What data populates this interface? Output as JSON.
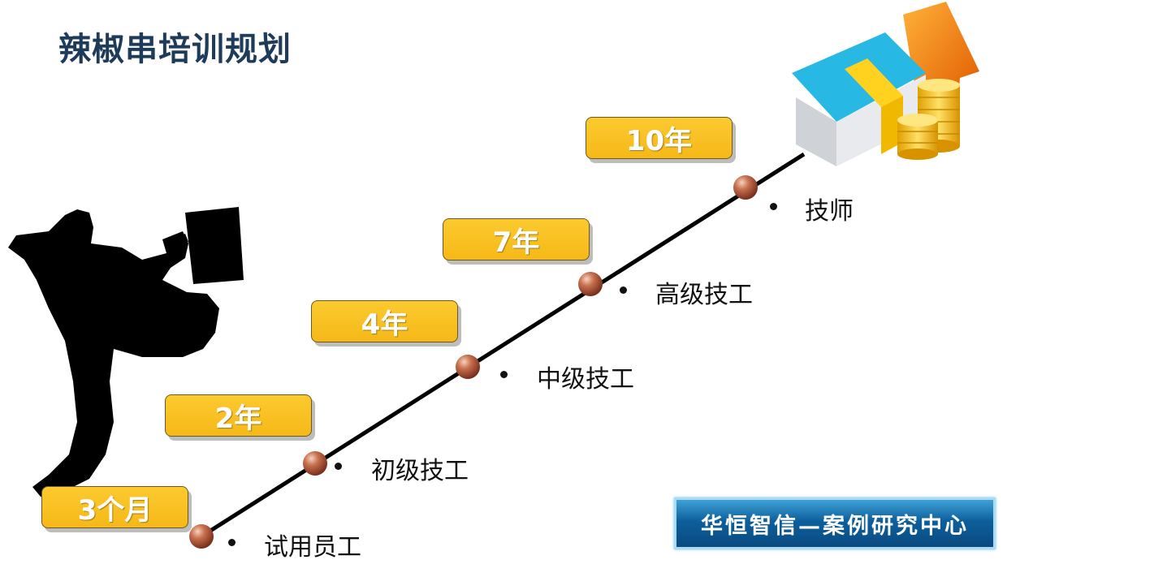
{
  "title": "辣椒串培训规划",
  "stages": [
    {
      "period": "3个月",
      "level": "试用员工"
    },
    {
      "period": "2年",
      "level": "初级技工"
    },
    {
      "period": "4年",
      "level": "中级技工"
    },
    {
      "period": "7年",
      "level": "高级技工"
    },
    {
      "period": "10年",
      "level": "技师"
    }
  ],
  "brand": {
    "text": "华恒智信—案例研究中心"
  },
  "colors": {
    "badge": "#f8bf1e",
    "title": "#1f3b5a",
    "node": "#b85a3e",
    "brand": "#0d5f9c"
  },
  "icons": [
    "climbing-person-silhouette",
    "money-stack-icon"
  ]
}
